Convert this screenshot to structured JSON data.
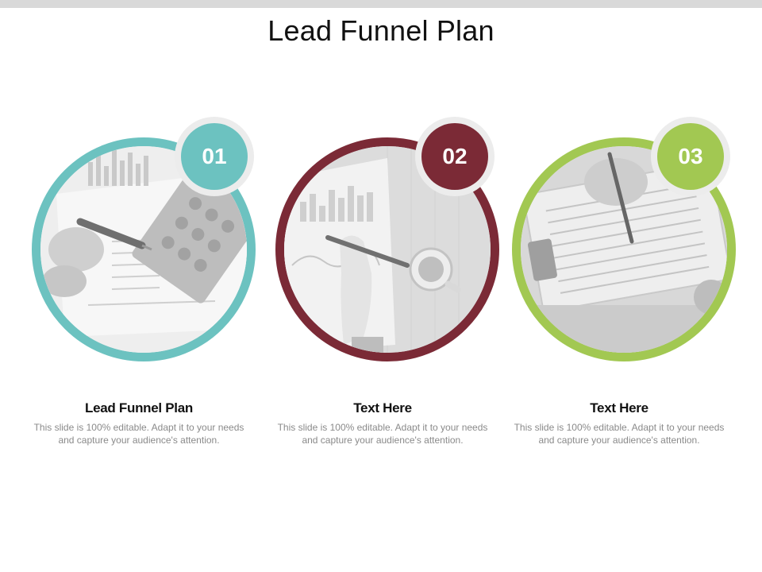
{
  "slide": {
    "title": "Lead Funnel Plan"
  },
  "colors": {
    "teal": "#6cc2c0",
    "maroon": "#7b2a36",
    "green": "#a2c852"
  },
  "items": [
    {
      "number": "01",
      "heading": "Lead Funnel Plan",
      "text": "This slide is 100% editable. Adapt it to your needs and capture your audience's attention.",
      "color": "#6cc2c0",
      "image": "hand-pen-calculator-chart-photo"
    },
    {
      "number": "02",
      "heading": "Text Here",
      "text": "This slide is 100% editable. Adapt it to your needs and capture your audience's attention.",
      "color": "#7b2a36",
      "image": "hand-pen-coffee-document-photo"
    },
    {
      "number": "03",
      "heading": "Text Here",
      "text": "This slide is 100% editable. Adapt it to your needs and capture your audience's attention.",
      "color": "#a2c852",
      "image": "hand-writing-clipboard-photo"
    }
  ]
}
